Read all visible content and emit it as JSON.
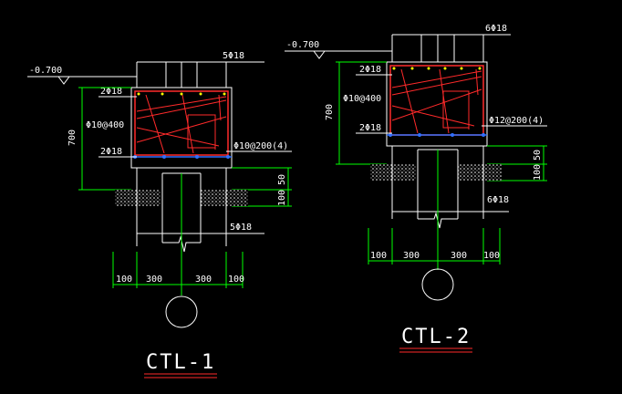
{
  "left": {
    "elevation": "-0.700",
    "top_rebar": "5Φ18",
    "cap_top": "2Φ18",
    "stirrup": "Φ10@400",
    "height": "700",
    "cap_bottom": "2Φ18",
    "tie": "Φ10@200(4)",
    "dim_right_a": "100",
    "dim_right_b": "50",
    "bottom_rebar": "5Φ18",
    "dims": [
      "100",
      "300",
      "300",
      "100"
    ],
    "title": "CTL-1"
  },
  "right": {
    "elevation": "-0.700",
    "top_rebar": "6Φ18",
    "cap_top": "2Φ18",
    "stirrup": "Φ10@400",
    "height": "700",
    "cap_bottom": "2Φ18",
    "tie": "Φ12@200(4)",
    "dim_right_a": "100",
    "dim_right_b": "50",
    "bottom_rebar": "6Φ18",
    "dims": [
      "100",
      "300",
      "300",
      "100"
    ],
    "title": "CTL-2"
  },
  "colors": {
    "background": "#000000",
    "line": "#ffffff",
    "dimension": "#00ff00",
    "rebar": "#ff2a2a",
    "tie": "#3070ff",
    "rebar_dot": "#ffff00"
  }
}
